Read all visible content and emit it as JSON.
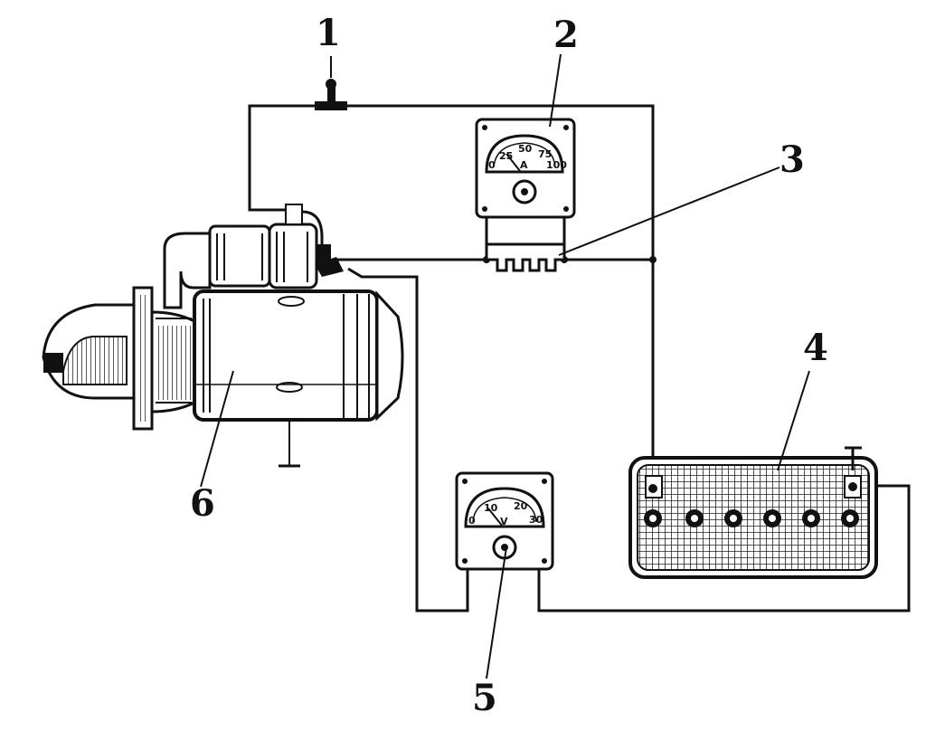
{
  "labels": {
    "start_button": "1",
    "ammeter": "2",
    "shunt": "3",
    "battery": "4",
    "voltmeter": "5",
    "starter_motor": "6"
  },
  "ammeter_scale": {
    "unit": "A",
    "ticks": [
      "0",
      "25",
      "50",
      "75",
      "100"
    ]
  },
  "voltmeter_scale": {
    "unit": "V",
    "ticks": [
      "0",
      "10",
      "20",
      "30"
    ]
  }
}
